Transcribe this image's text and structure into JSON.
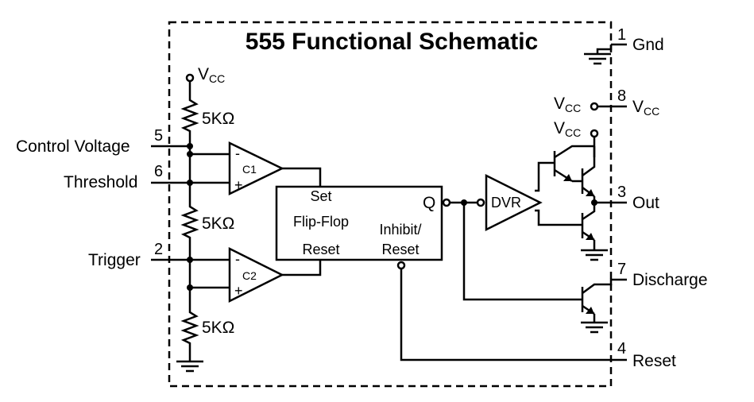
{
  "title": "555 Functional Schematic",
  "pins": {
    "gnd": {
      "number": "1",
      "label": "Gnd"
    },
    "vcc": {
      "number": "8",
      "label": "V",
      "sub": "CC"
    },
    "out": {
      "number": "3",
      "label": "Out"
    },
    "discharge": {
      "number": "7",
      "label": "Discharge"
    },
    "reset": {
      "number": "4",
      "label": "Reset"
    },
    "control": {
      "number": "5",
      "label": "Control Voltage"
    },
    "threshold": {
      "number": "6",
      "label": "Threshold"
    },
    "trigger": {
      "number": "2",
      "label": "Trigger"
    }
  },
  "supply": {
    "main": "V",
    "sub": "CC"
  },
  "resistors": [
    "5KΩ",
    "5KΩ",
    "5KΩ"
  ],
  "comparators": {
    "c1": "C1",
    "c2": "C2",
    "minus": "-",
    "plus": "+"
  },
  "flipflop": {
    "set": "Set",
    "name": "Flip-Flop",
    "reset": "Reset",
    "inhibit_1": "Inhibit/",
    "inhibit_2": "Reset",
    "q": "Q"
  },
  "driver": "DVR"
}
